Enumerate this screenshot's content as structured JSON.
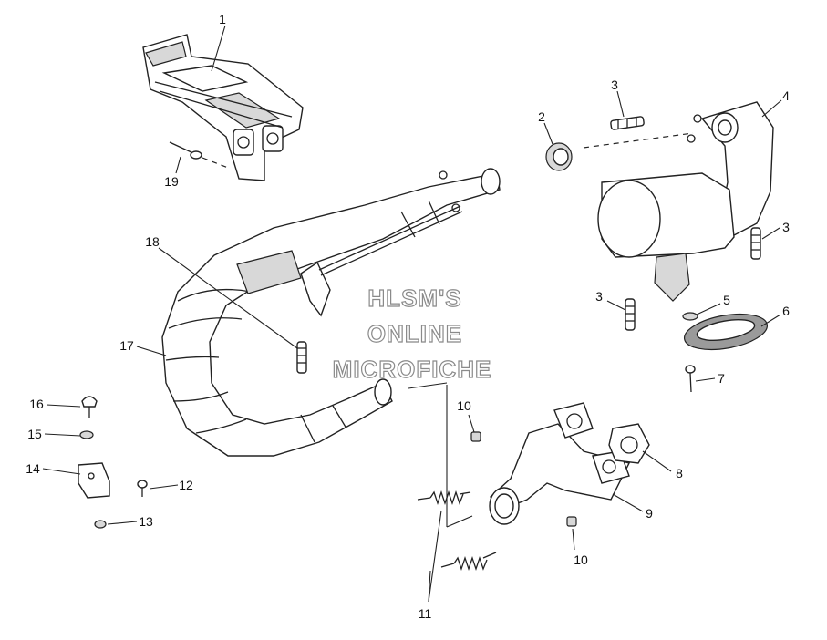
{
  "watermark": {
    "line1": "HLSM'S",
    "line2": "ONLINE",
    "line3": "MICROFICHE"
  },
  "callouts": [
    {
      "id": "c1",
      "label": "1"
    },
    {
      "id": "c2",
      "label": "2"
    },
    {
      "id": "c3a",
      "label": "3"
    },
    {
      "id": "c3b",
      "label": "3"
    },
    {
      "id": "c3c",
      "label": "3"
    },
    {
      "id": "c4",
      "label": "4"
    },
    {
      "id": "c5",
      "label": "5"
    },
    {
      "id": "c6",
      "label": "6"
    },
    {
      "id": "c7",
      "label": "7"
    },
    {
      "id": "c8",
      "label": "8"
    },
    {
      "id": "c9",
      "label": "9"
    },
    {
      "id": "c10a",
      "label": "10"
    },
    {
      "id": "c10b",
      "label": "10"
    },
    {
      "id": "c11",
      "label": "11"
    },
    {
      "id": "c12",
      "label": "12"
    },
    {
      "id": "c13",
      "label": "13"
    },
    {
      "id": "c14",
      "label": "14"
    },
    {
      "id": "c15",
      "label": "15"
    },
    {
      "id": "c16",
      "label": "16"
    },
    {
      "id": "c17",
      "label": "17"
    },
    {
      "id": "c18",
      "label": "18"
    },
    {
      "id": "c19",
      "label": "19"
    }
  ]
}
